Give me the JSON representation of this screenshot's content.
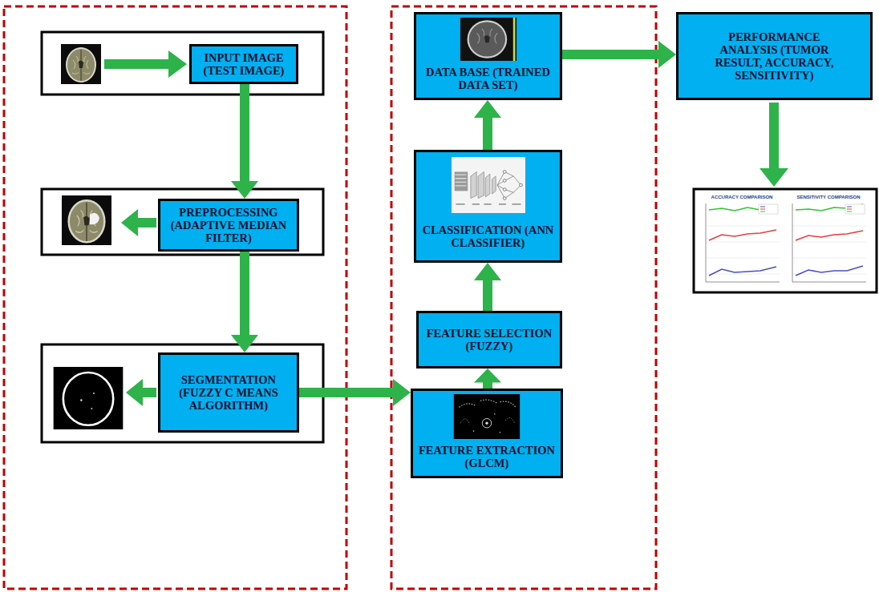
{
  "diagram": {
    "nodes": [
      {
        "text": [
          "INPUT IMAGE (TEST IMAGE)"
        ]
      },
      {
        "text": [
          "PREPROCESSING (ADAPTIVE MEDIAN FILTER)"
        ]
      },
      {
        "text": [
          "SEGMENTATION (FUZZY C MEANS ALGORITHM)"
        ]
      },
      {
        "text": [
          "FEATURE EXTRACTION (GLCM)"
        ]
      },
      {
        "text": [
          "FEATURE SELECTION (FUZZY)"
        ]
      },
      {
        "text": [
          "CLASSIFICATION (ANN CLASSIFIER)"
        ]
      },
      {
        "text": [
          "DATA BASE (TRAINED DATA SET)"
        ]
      },
      {
        "text": [
          "PERFORMANCE ANALYSIS (TUMOR RESULT, ACCURACY, SENSITIVITY)"
        ]
      }
    ],
    "edges": [
      {
        "from": 0,
        "to": 1,
        "arrow": "to"
      },
      {
        "from": 1,
        "to": 2,
        "arrow": "to"
      },
      {
        "from": 2,
        "to": 3,
        "arrow": "to"
      },
      {
        "from": 3,
        "to": 4,
        "arrow": "to"
      },
      {
        "from": 4,
        "to": 5,
        "arrow": "to"
      },
      {
        "from": 5,
        "to": 6,
        "arrow": "to"
      },
      {
        "from": 6,
        "to": 7,
        "arrow": "to"
      }
    ],
    "labels": [
      "ACCURACY COMPARISON",
      "SENSITIVITY COMPARISON"
    ]
  }
}
